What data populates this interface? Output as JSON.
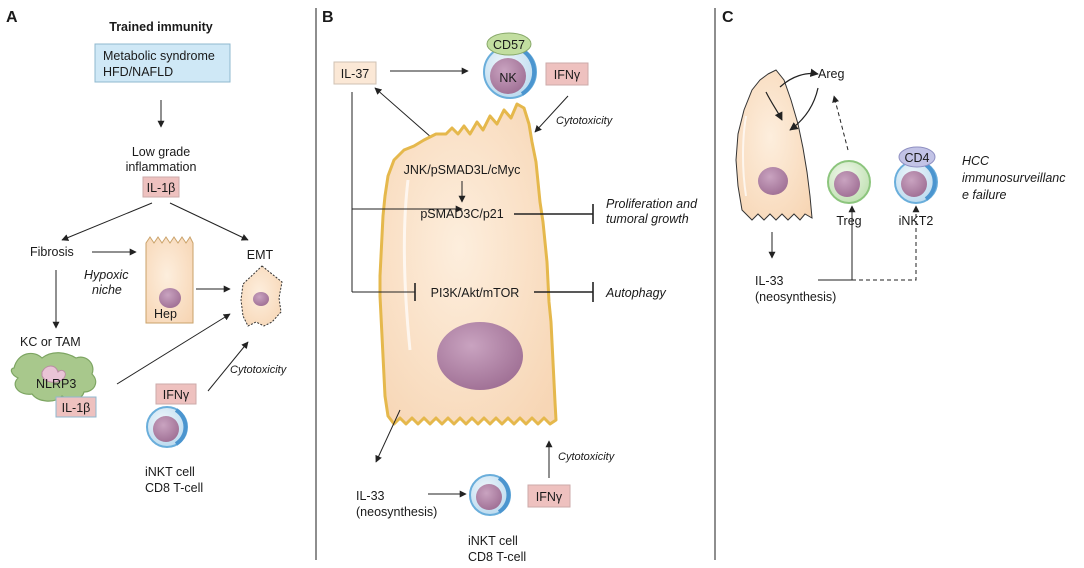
{
  "panels": {
    "a": {
      "letter": "A",
      "title": "Trained immunity",
      "box_line1": "Metabolic syndrome",
      "box_line2": "HFD/NAFLD",
      "low_grade_1": "Low grade",
      "low_grade_2": "inflammation",
      "il1b_top": "IL-1β",
      "fibrosis": "Fibrosis",
      "hypoxic_1": "Hypoxic",
      "hypoxic_2": "niche",
      "emt": "EMT",
      "hep": "Hep",
      "kc_tam": "KC or TAM",
      "nlrp3": "NLRP3",
      "il1b_bottom": "IL-1β",
      "ifng": "IFNγ",
      "cytotoxicity": "Cytotoxicity",
      "cells_1": "iNKT cell",
      "cells_2": "CD8 T-cell"
    },
    "b": {
      "letter": "B",
      "il37": "IL-37",
      "cd57": "CD57",
      "nk": "NK",
      "ifng_top": "IFNγ",
      "cytotoxicity_top": "Cytotoxicity",
      "jnk": "JNK/pSMAD3L/cMyc",
      "psmad": "pSMAD3C/p21",
      "prolif_1": "Proliferation and",
      "prolif_2": "tumoral growth",
      "pi3k": "PI3K/Akt/mTOR",
      "autophagy": "Autophagy",
      "il33": "IL-33",
      "neosynthesis": "(neosynthesis)",
      "ifng_bottom": "IFNγ",
      "cytotoxicity_bottom": "Cytotoxicity",
      "cells_1": "iNKT cell",
      "cells_2": "CD8 T-cell"
    },
    "c": {
      "letter": "C",
      "areg": "Areg",
      "cd4": "CD4",
      "hcc_1": "HCC",
      "hcc_2": "immunosurveillanc",
      "hcc_3": "e failure",
      "treg": "Treg",
      "inkt2": "iNKT2",
      "il33": "IL-33",
      "neosynthesis": "(neosynthesis)"
    }
  },
  "colors": {
    "red_box_fill": "#eec1bf",
    "blue_box_fill": "#cfe8f6",
    "cell_fill": "#fbe3cc",
    "cell_outline": "#e5b84c",
    "nucleus": "#b58bab",
    "lymph_ring": "#88c4e8",
    "treg_ring": "#a6d59a",
    "macrophage": "#a8c88c",
    "cd57_fill": "#c2dea0",
    "cd4_fill": "#c2c3e6"
  },
  "icons": {
    "inhibition": "t-bar-inhibition-arrow",
    "activation": "arrowhead",
    "paracrine": "dashed-arrow"
  }
}
